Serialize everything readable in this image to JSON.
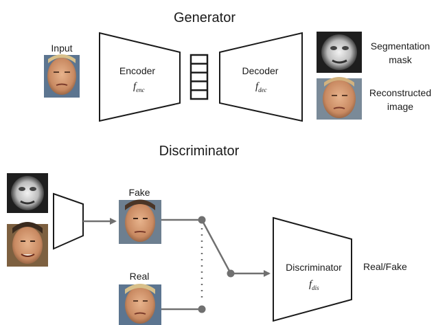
{
  "generator": {
    "title": "Generator",
    "input_label": "Input",
    "encoder": {
      "label": "Encoder",
      "symbol": "f",
      "subscript": "enc"
    },
    "decoder": {
      "label": "Decoder",
      "symbol": "f",
      "subscript": "dec"
    },
    "outputs": {
      "mask_line1": "Segmentation",
      "mask_line2": "mask",
      "recon_line1": "Reconstructed",
      "recon_line2": "image"
    }
  },
  "discriminator_section": {
    "title": "Discriminator",
    "fake_label": "Fake",
    "real_label": "Real",
    "block": {
      "label": "Discriminator",
      "symbol": "f",
      "subscript": "dis"
    },
    "output_label": "Real/Fake"
  },
  "colors": {
    "line": "#1a1a1a",
    "connector": "#707070",
    "skin": "#d9a07a",
    "mask_bg": "#222222"
  }
}
